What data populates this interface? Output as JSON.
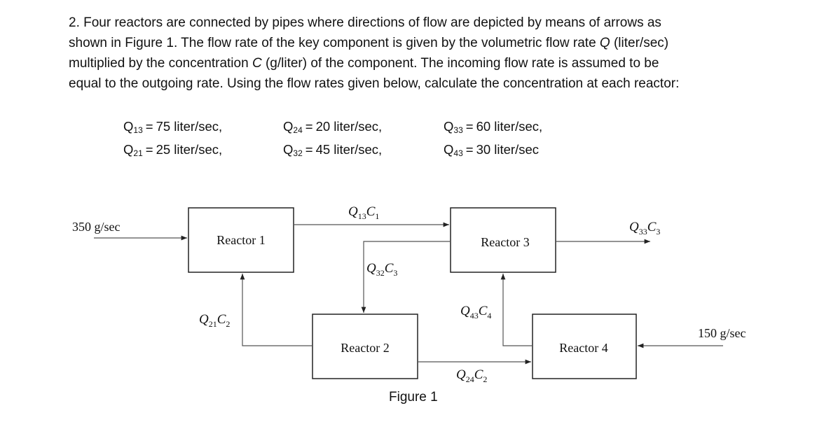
{
  "problem": {
    "lines": [
      "2. Four reactors are connected by pipes where directions of flow are depicted by means of arrows as",
      "shown in Figure 1. The flow rate of the key component is given by the volumetric flow rate Q (liter/sec)",
      "multiplied by the concentration C (g/liter) of the component. The incoming flow rate is assumed to be",
      "equal to the outgoing rate. Using the flow rates given below, calculate the concentration at each reactor:"
    ]
  },
  "rates": [
    {
      "sub": "13",
      "value": "75 liter/sec,"
    },
    {
      "sub": "21",
      "value": "25 liter/sec,"
    },
    {
      "sub": "24",
      "value": "20 liter/sec,"
    },
    {
      "sub": "32",
      "value": "45 liter/sec,"
    },
    {
      "sub": "33",
      "value": "60 liter/sec,"
    },
    {
      "sub": "43",
      "value": "30 liter/sec"
    }
  ],
  "figure": {
    "reactors": [
      "Reactor 1",
      "Reactor 2",
      "Reactor 3",
      "Reactor 4"
    ],
    "inputs": {
      "left": "350 g/sec",
      "right": "150 g/sec"
    },
    "flows": {
      "q13c1": {
        "q": "13",
        "c": "1"
      },
      "q32c3": {
        "q": "32",
        "c": "3"
      },
      "q33c3": {
        "q": "33",
        "c": "3"
      },
      "q21c2": {
        "q": "21",
        "c": "2"
      },
      "q43c4": {
        "q": "43",
        "c": "4"
      },
      "q24c2": {
        "q": "24",
        "c": "2"
      }
    },
    "caption": "Figure 1"
  },
  "symbols": {
    "q": "Q",
    "c": "C",
    "equals": "="
  }
}
